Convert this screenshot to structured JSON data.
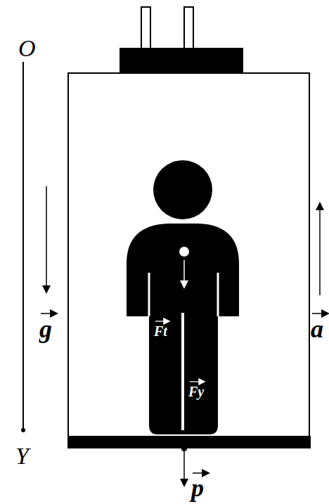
{
  "diagram": {
    "labels": [
      "O",
      "Y",
      "g",
      "a",
      "Ft",
      "Fy",
      "p"
    ]
  }
}
